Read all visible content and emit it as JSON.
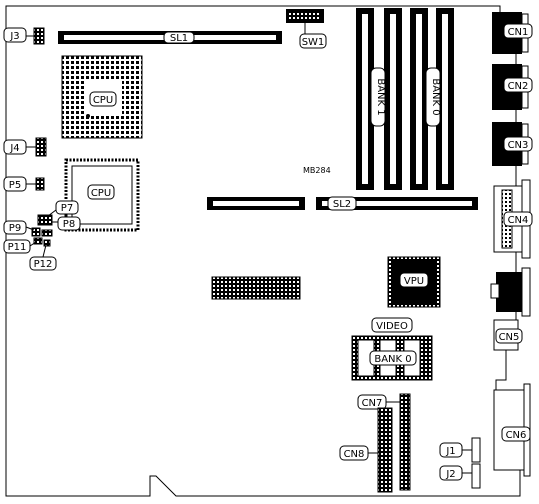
{
  "board_id": "MB284",
  "slots": {
    "sl1": "SL1",
    "sl2": "SL2"
  },
  "switch": "SW1",
  "cpu_socket": "CPU",
  "cpu_chip": "CPU",
  "memory_banks": {
    "bank1": "BANK 1",
    "bank0": "BANK 0"
  },
  "video": {
    "title": "VIDEO",
    "bank": "BANK 0",
    "chip": "VPU"
  },
  "connectors": {
    "cn1": "CN1",
    "cn2": "CN2",
    "cn3": "CN3",
    "cn4": "CN4",
    "cn5": "CN5",
    "cn6": "CN6",
    "cn7": "CN7",
    "cn8": "CN8"
  },
  "jumpers": {
    "j1": "J1",
    "j2": "J2",
    "j3": "J3",
    "j4": "J4",
    "p5": "P5",
    "p7": "P7",
    "p8": "P8",
    "p9": "P9",
    "p11": "P11",
    "p12": "P12"
  }
}
